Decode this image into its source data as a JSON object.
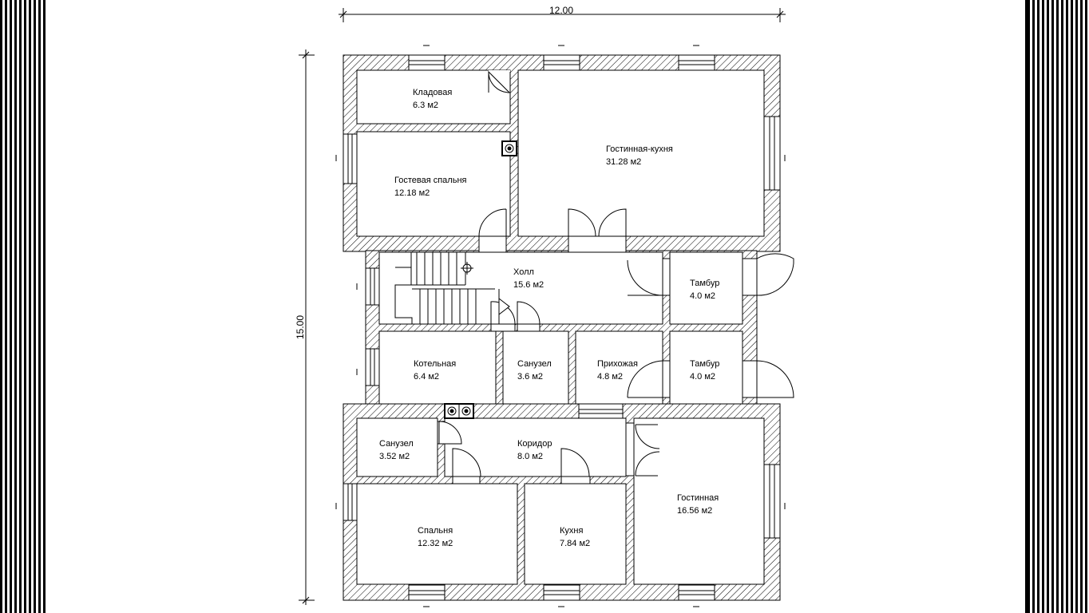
{
  "dimensions": {
    "width_label": "12.00",
    "height_label": "15.00"
  },
  "rooms": [
    {
      "id": "kladovaya",
      "name": "Кладовая",
      "area": "6.3 м2"
    },
    {
      "id": "gostinnaya-kuhnya",
      "name": "Гостинная-кухня",
      "area": "31.28 м2"
    },
    {
      "id": "gostevaya-spalnya",
      "name": "Гостевая спальня",
      "area": "12.18 м2"
    },
    {
      "id": "holl",
      "name": "Холл",
      "area": "15.6 м2"
    },
    {
      "id": "tambur-1",
      "name": "Тамбур",
      "area": "4.0 м2"
    },
    {
      "id": "kotelnaya",
      "name": "Котельная",
      "area": "6.4 м2"
    },
    {
      "id": "sanuzel-1",
      "name": "Санузел",
      "area": "3.6 м2"
    },
    {
      "id": "prihozhaya",
      "name": "Прихожая",
      "area": "4.8 м2"
    },
    {
      "id": "tambur-2",
      "name": "Тамбур",
      "area": "4.0 м2"
    },
    {
      "id": "sanuzel-2",
      "name": "Санузел",
      "area": "3.52 м2"
    },
    {
      "id": "koridor",
      "name": "Коридор",
      "area": "8.0 м2"
    },
    {
      "id": "gostinnaya",
      "name": "Гостинная",
      "area": "16.56 м2"
    },
    {
      "id": "spalnya",
      "name": "Спальня",
      "area": "12.32 м2"
    },
    {
      "id": "kuhnya",
      "name": "Кухня",
      "area": "7.84 м2"
    }
  ]
}
